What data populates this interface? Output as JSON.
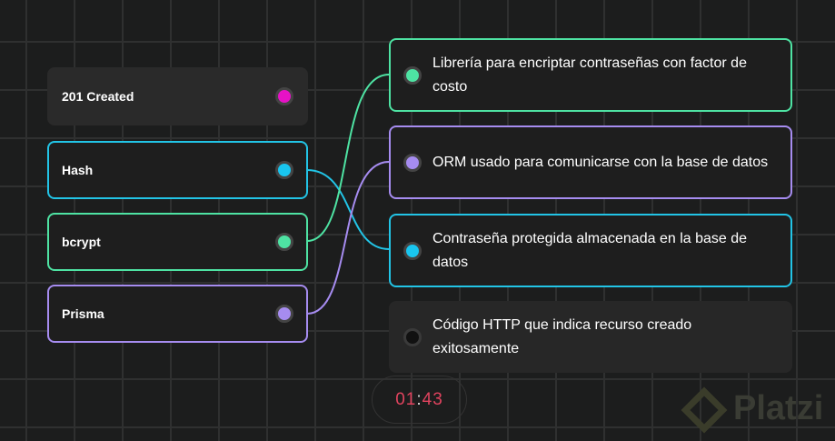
{
  "left_items": [
    {
      "label": "201 Created",
      "color": "#e612c6",
      "border": "#2a2a2a"
    },
    {
      "label": "Hash",
      "color": "#19c6f0",
      "border": "#22c4e6"
    },
    {
      "label": "bcrypt",
      "color": "#4ee3a3",
      "border": "#4ee3a3"
    },
    {
      "label": "Prisma",
      "color": "#a68cf0",
      "border": "#a68cf0"
    }
  ],
  "right_items": [
    {
      "label": "Librería para encriptar contraseñas con factor de costo",
      "color": "#4ee3a3"
    },
    {
      "label": "ORM usado para comunicarse con la base de datos",
      "color": "#a68cf0"
    },
    {
      "label": "Contraseña protegida almacenada en la base de datos",
      "color": "#19c6f0"
    },
    {
      "label": "Código HTTP que indica recurso creado exitosamente",
      "color": "#111111"
    }
  ],
  "timer": {
    "minutes": "01",
    "seconds": "43"
  },
  "watermark": "Platzi"
}
